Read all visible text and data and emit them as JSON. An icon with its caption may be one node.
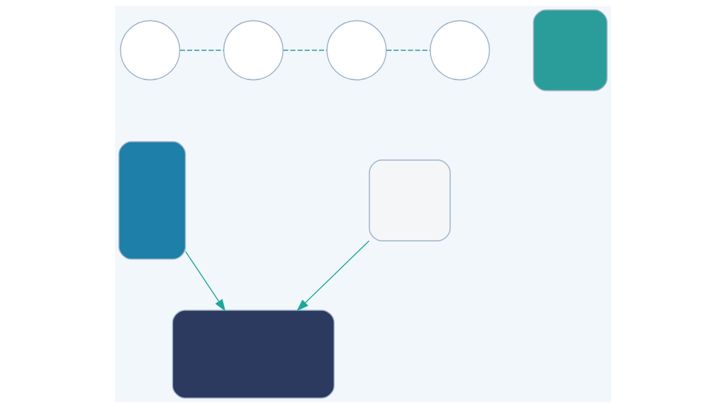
{
  "diagram": {
    "nodes": [
      {
        "text": [],
        "shape": "circle"
      },
      {
        "text": [],
        "shape": "circle"
      },
      {
        "text": [],
        "shape": "circle"
      },
      {
        "text": [],
        "shape": "circle"
      },
      {
        "text": [],
        "shape": "box"
      },
      {
        "text": [],
        "shape": "box"
      },
      {
        "text": [],
        "shape": "box"
      },
      {
        "text": [],
        "shape": "box"
      }
    ],
    "edges": [
      {
        "from": 0,
        "to": 1,
        "arrow": "none",
        "style": "dashed"
      },
      {
        "from": 1,
        "to": 2,
        "arrow": "none",
        "style": "dashed"
      },
      {
        "from": 2,
        "to": 3,
        "arrow": "none",
        "style": "dashed"
      },
      {
        "from": 5,
        "to": 6,
        "arrow": "to",
        "color": "#1fa89a"
      },
      {
        "from": 7,
        "to": 6,
        "arrow": "to",
        "color": "#1fa89a"
      }
    ]
  }
}
